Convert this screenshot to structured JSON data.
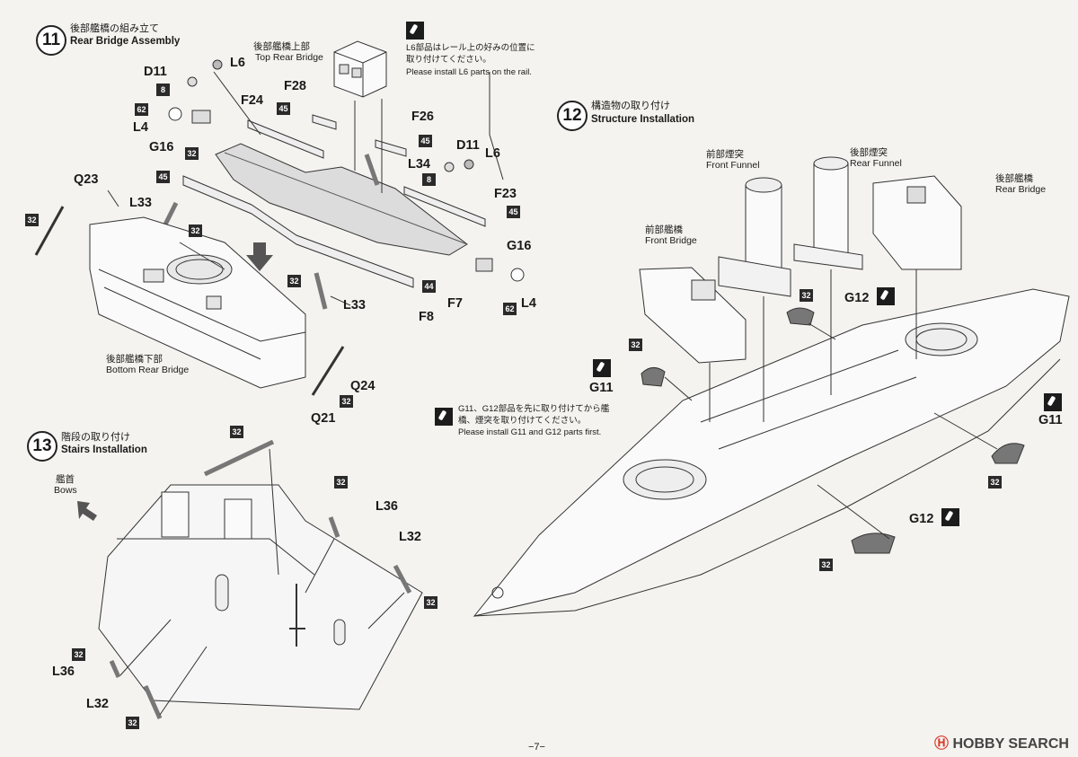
{
  "step11": {
    "number": "11",
    "title_jp": "後部艦橋の組み立て",
    "title_en": "Rear Bridge Assembly",
    "top_label_jp": "後部艦橋上部",
    "top_label_en": "Top Rear Bridge",
    "bottom_label_jp": "後部艦橋下部",
    "bottom_label_en": "Bottom Rear Bridge",
    "note_jp_1": "L6部品はレール上の好みの位置に",
    "note_jp_2": "取り付けてください。",
    "note_en": "Please install L6 parts on the rail.",
    "parts": {
      "d11a": "D11",
      "l6a": "L6",
      "b8a": "8",
      "b62a": "62",
      "l4a": "L4",
      "g16a": "G16",
      "f24": "F24",
      "f28": "F28",
      "b45a": "45",
      "b32a": "32",
      "b45b": "45",
      "f26": "F26",
      "b45c": "45",
      "d11b": "D11",
      "l6b": "L6",
      "b8b": "8",
      "l34": "L34",
      "f23": "F23",
      "b45d": "45",
      "g16b": "G16",
      "l4b": "L4",
      "b62b": "62",
      "q23": "Q23",
      "b32b": "32",
      "l33a": "L33",
      "b32c": "32",
      "b32d": "32",
      "l33b": "L33",
      "b44": "44",
      "f7": "F7",
      "f8": "F8",
      "q24": "Q24",
      "b32e": "32"
    }
  },
  "step12": {
    "number": "12",
    "title_jp": "構造物の取り付け",
    "title_en": "Structure Installation",
    "front_funnel_jp": "前部煙突",
    "front_funnel_en": "Front Funnel",
    "rear_funnel_jp": "後部煙突",
    "rear_funnel_en": "Rear Funnel",
    "rear_bridge_jp": "後部艦橋",
    "rear_bridge_en": "Rear Bridge",
    "front_bridge_jp": "前部艦橋",
    "front_bridge_en": "Front Bridge",
    "note_jp_1": "G11、G12部品を先に取り付けてから艦",
    "note_jp_2": "橋、煙突を取り付けてください。",
    "note_en": "Please install G11 and G12 parts first.",
    "parts": {
      "b32a": "32",
      "g12a": "G12",
      "b32b": "32",
      "g11a": "G11",
      "g11b": "G11",
      "b32c": "32",
      "g12b": "G12",
      "b32d": "32"
    }
  },
  "step13": {
    "number": "13",
    "title_jp": "階段の取り付け",
    "title_en": "Stairs Installation",
    "bows_jp": "艦首",
    "bows_en": "Bows",
    "parts": {
      "q21": "Q21",
      "b32a": "32",
      "b32b": "32",
      "l36a": "L36",
      "l32a": "L32",
      "b32c": "32",
      "b32d": "32",
      "l36b": "L36",
      "l32b": "L32",
      "b32e": "32"
    }
  },
  "footer": {
    "page_number": "−7−",
    "watermark_brand": "HOBBY",
    "watermark_word": "SEARCH"
  }
}
